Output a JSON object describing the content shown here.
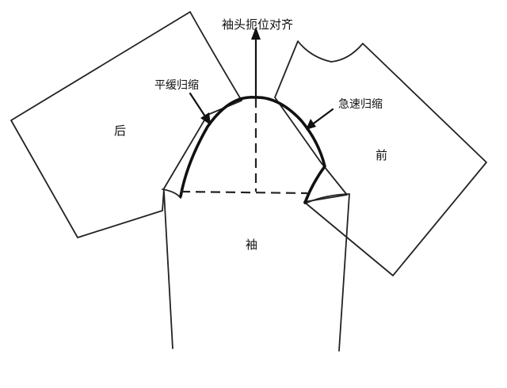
{
  "labels": {
    "sleeve_cap_alignment": "袖头扼位对齐",
    "gentle_easing": "平缓归缩",
    "rapid_easing": "急速归缩",
    "back_panel": "后",
    "front_panel": "前",
    "sleeve": "袖"
  },
  "colors": {
    "line": "#222222",
    "background": "#ffffff"
  }
}
